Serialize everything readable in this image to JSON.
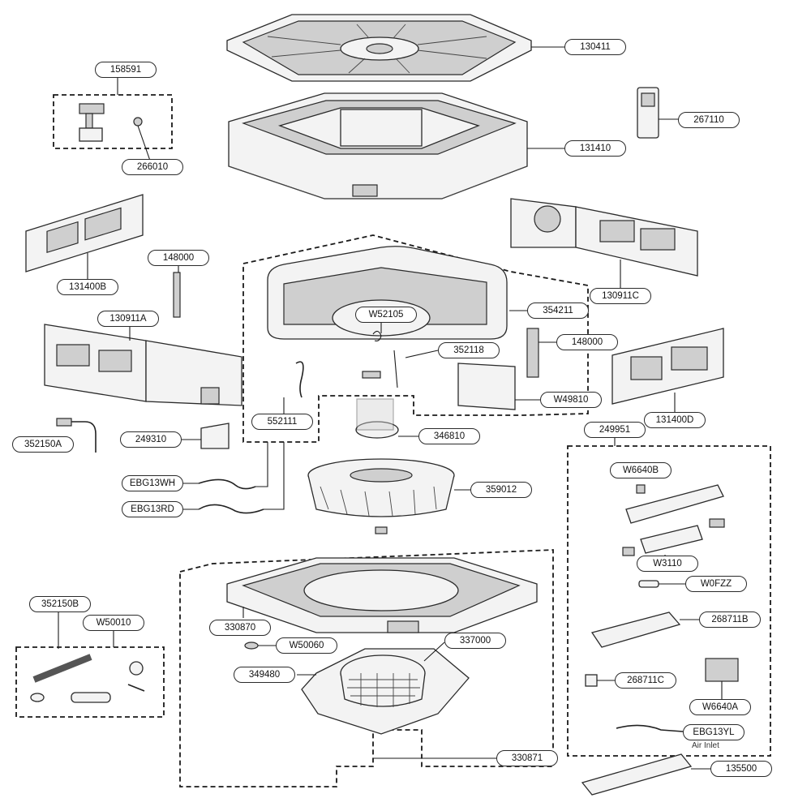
{
  "diagram": {
    "parts": [
      {
        "id": "p1",
        "label": "130411"
      },
      {
        "id": "p2",
        "label": "158591"
      },
      {
        "id": "p3",
        "label": "267110"
      },
      {
        "id": "p4",
        "label": "131410"
      },
      {
        "id": "p5",
        "label": "266010"
      },
      {
        "id": "p6",
        "label": "148000"
      },
      {
        "id": "p7",
        "label": "131400B"
      },
      {
        "id": "p8",
        "label": "130911C"
      },
      {
        "id": "p9",
        "label": "130911A"
      },
      {
        "id": "p10",
        "label": "W52105"
      },
      {
        "id": "p11",
        "label": "354211"
      },
      {
        "id": "p12",
        "label": "352118"
      },
      {
        "id": "p13",
        "label": "148000"
      },
      {
        "id": "p14",
        "label": "W49810"
      },
      {
        "id": "p15",
        "label": "131400D"
      },
      {
        "id": "p16",
        "label": "552111"
      },
      {
        "id": "p17",
        "label": "352150A"
      },
      {
        "id": "p18",
        "label": "249310"
      },
      {
        "id": "p19",
        "label": "346810"
      },
      {
        "id": "p20",
        "label": "249951"
      },
      {
        "id": "p21",
        "label": "W6640B"
      },
      {
        "id": "p22",
        "label": "EBG13WH"
      },
      {
        "id": "p23",
        "label": "359012"
      },
      {
        "id": "p24",
        "label": "EBG13RD"
      },
      {
        "id": "p25",
        "label": "W3110"
      },
      {
        "id": "p26",
        "label": "W0FZZ"
      },
      {
        "id": "p27",
        "label": "352150B"
      },
      {
        "id": "p28",
        "label": "W50010"
      },
      {
        "id": "p29",
        "label": "330870"
      },
      {
        "id": "p30",
        "label": "268711B"
      },
      {
        "id": "p31",
        "label": "W50060"
      },
      {
        "id": "p32",
        "label": "337000"
      },
      {
        "id": "p33",
        "label": "349480"
      },
      {
        "id": "p34",
        "label": "268711C"
      },
      {
        "id": "p35",
        "label": "W6640A"
      },
      {
        "id": "p36",
        "label": "EBG13YL"
      },
      {
        "id": "p37",
        "label": "330871"
      },
      {
        "id": "p38",
        "label": "135500"
      }
    ],
    "captions": [
      {
        "id": "c1",
        "text": "Air Inlet"
      }
    ]
  }
}
